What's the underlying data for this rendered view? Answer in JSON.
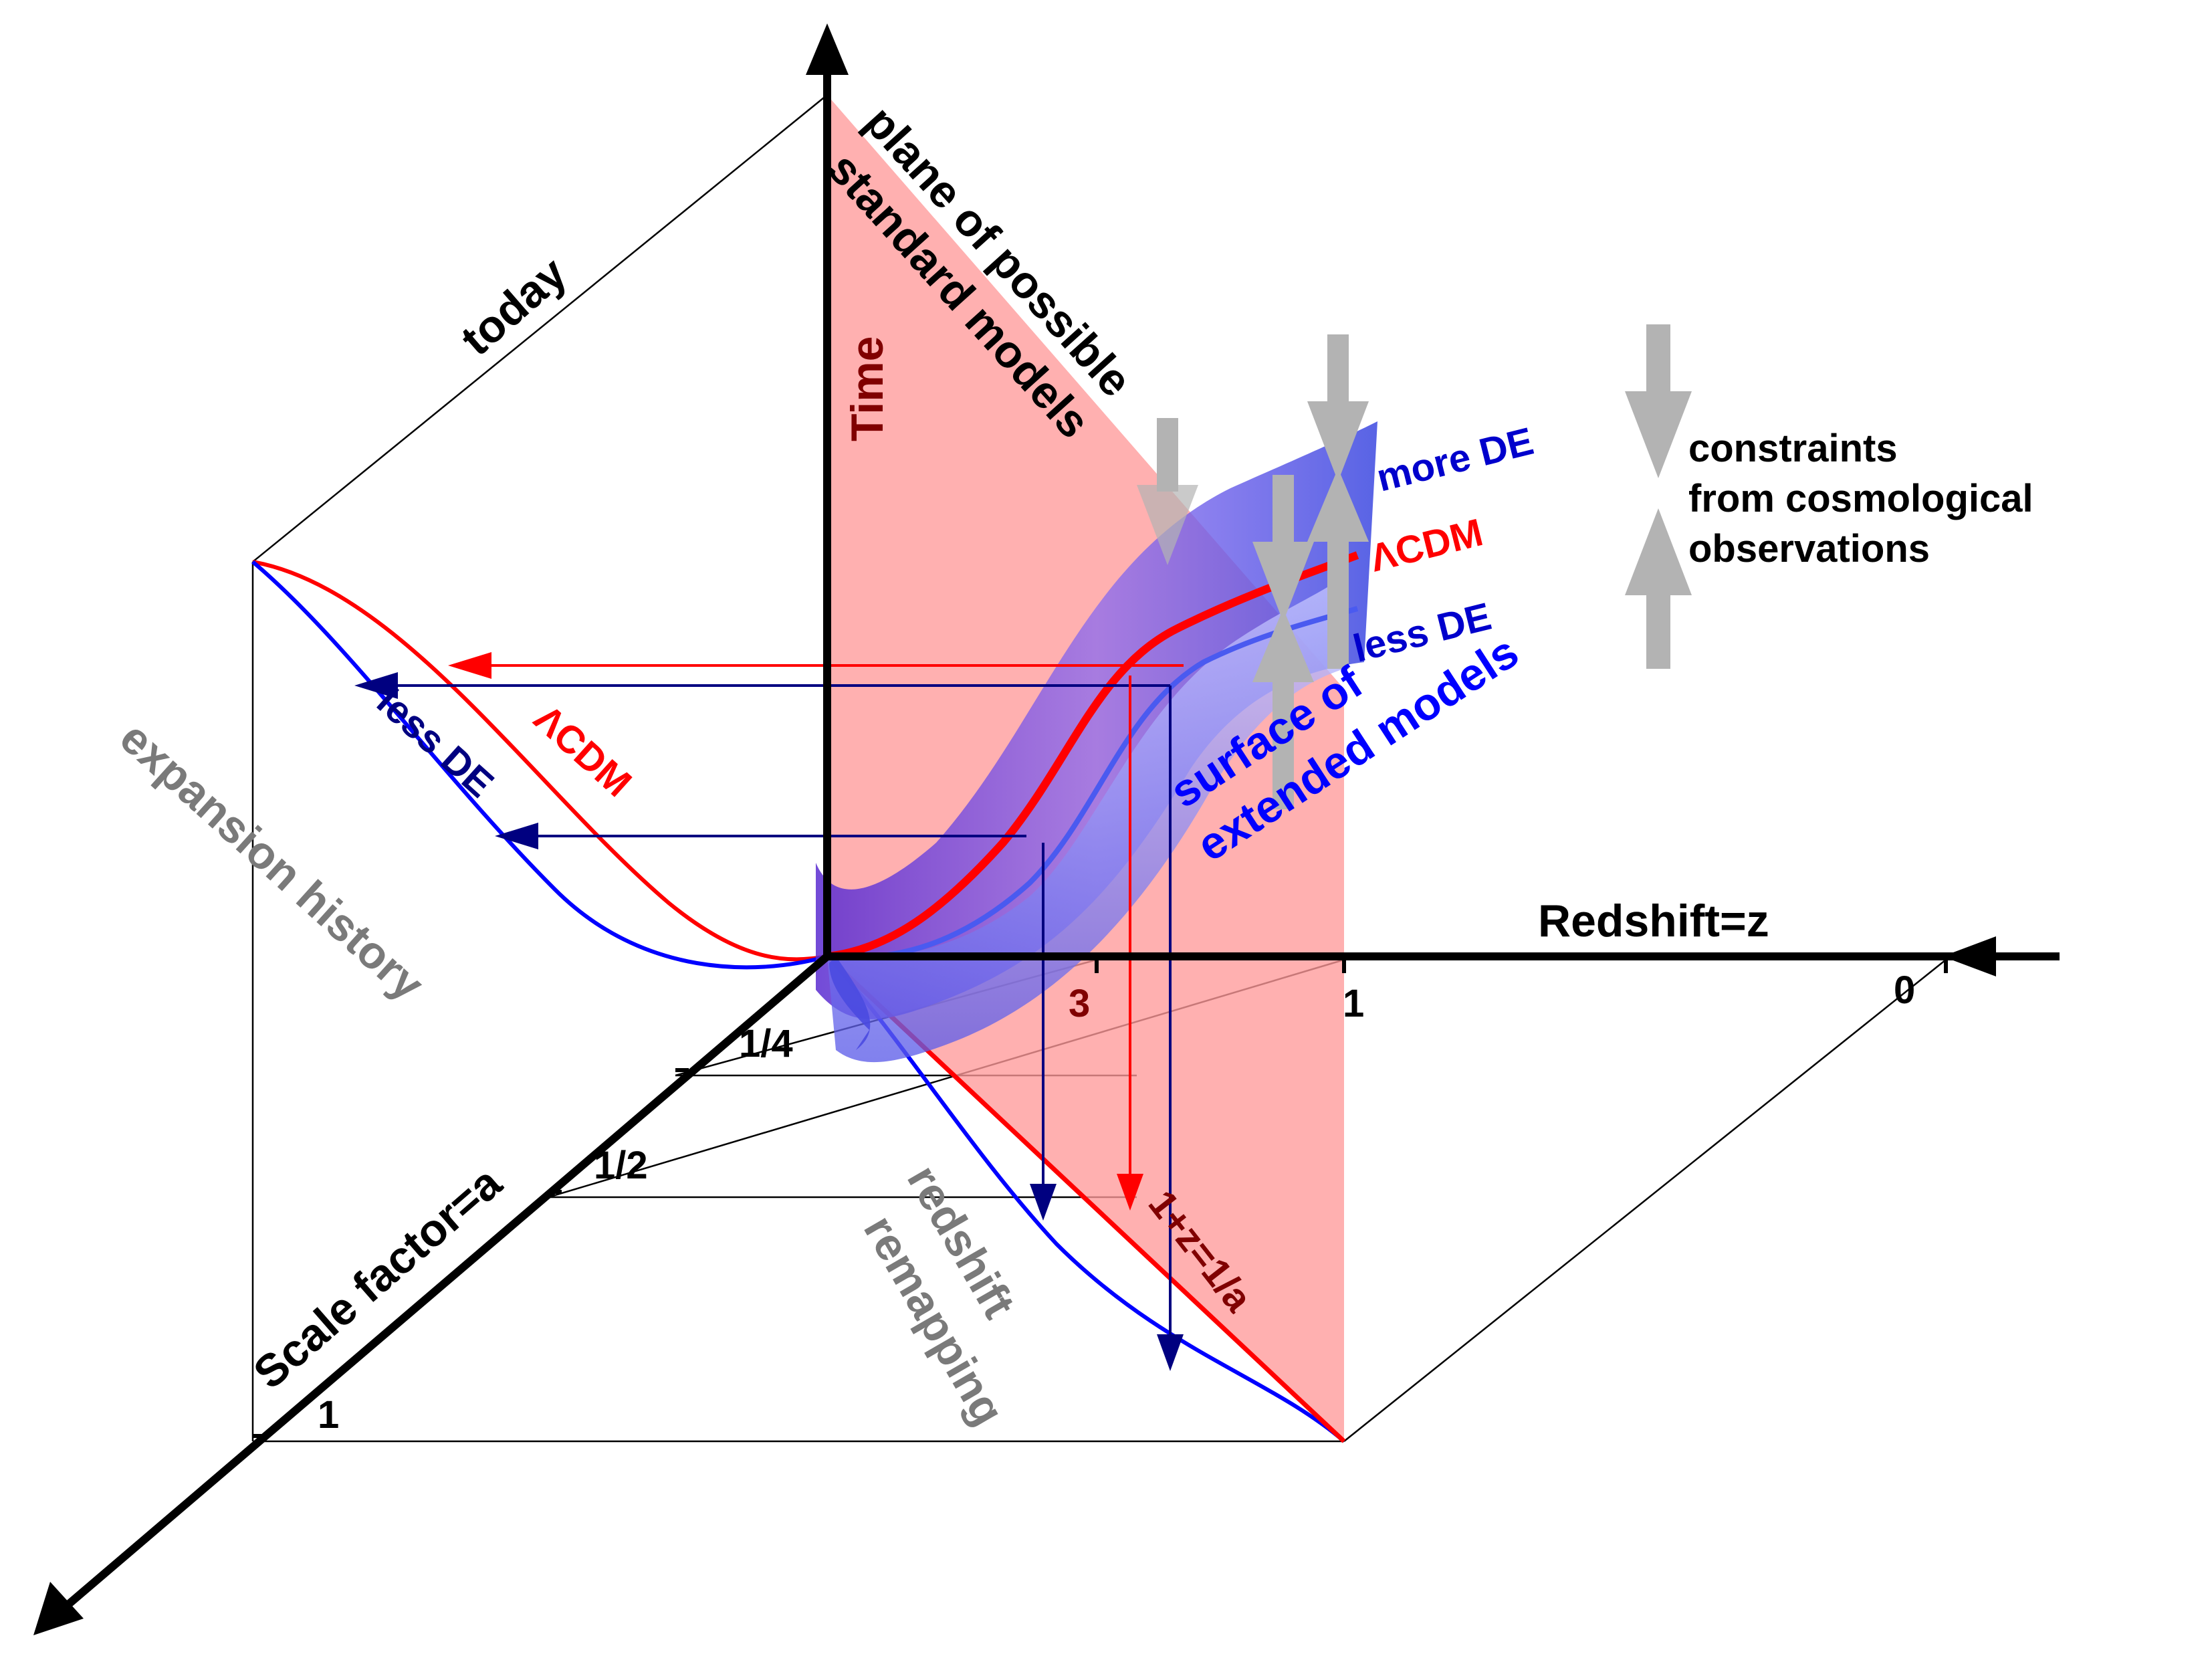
{
  "axes": {
    "time": "Time",
    "redshift": "Redshift=z",
    "scale_factor": "Scale factor=a"
  },
  "ticks": {
    "z_3": "3",
    "z_1": "1",
    "z_0": "0",
    "a_quarter": "1/4",
    "a_half": "1/2",
    "a_one": "1"
  },
  "labels": {
    "today": "today",
    "plane_line1": "plane of possible",
    "plane_line2": "standard models",
    "more_de": "more DE",
    "lcdm": "ΛCDM",
    "less_de": "less DE",
    "surface_line1": "surface of",
    "surface_line2": "extended models",
    "constraints_line1": "constraints",
    "constraints_line2": "from cosmological",
    "constraints_line3": "observations",
    "left_less_de": "less DE",
    "left_lcdm": "ΛCDM",
    "expansion_history": "expansion history",
    "redshift_line1": "redshift",
    "redshift_line2": "remapping",
    "relation": "1+z=1/a"
  },
  "colors": {
    "lcdm": "#ff0000",
    "de_models": "#0000ff",
    "plane": "#ff9a9a",
    "surface": "#6a4fe0",
    "constraint_arrows": "#b3b3b3",
    "axes": "#000000"
  }
}
